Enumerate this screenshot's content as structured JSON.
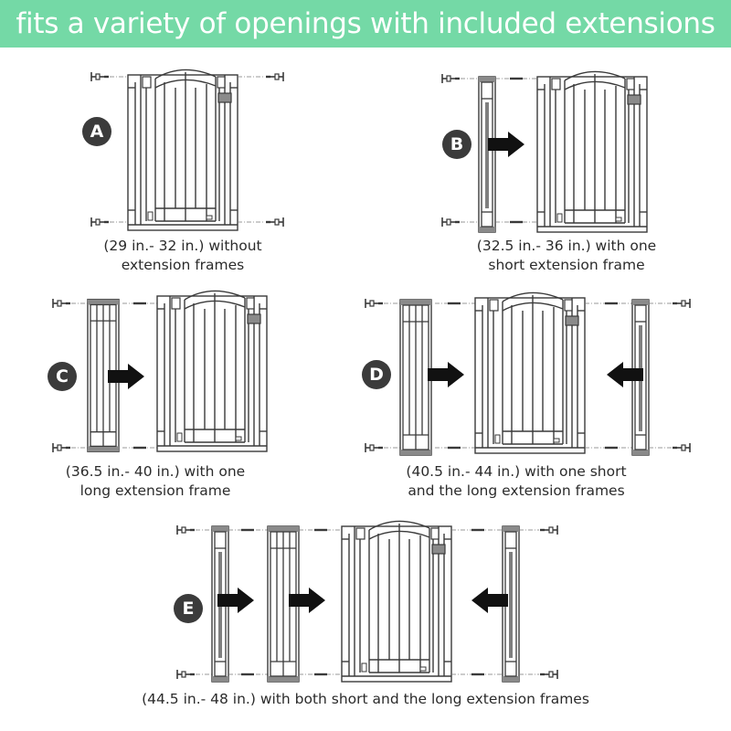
{
  "header": {
    "title": "fits a variety of openings with included extensions",
    "background_color": "#74d9a6",
    "text_color": "#ffffff"
  },
  "configurations": [
    {
      "label": "A",
      "caption_line1": "(29 in.- 32 in.) without",
      "caption_line2": "extension frames",
      "left_extensions": [],
      "right_extensions": []
    },
    {
      "label": "B",
      "caption_line1": "(32.5 in.- 36 in.) with one",
      "caption_line2": "short extension frame",
      "left_extensions": [
        "short"
      ],
      "right_extensions": []
    },
    {
      "label": "C",
      "caption_line1": "(36.5 in.- 40 in.) with one",
      "caption_line2": "long extension frame",
      "left_extensions": [
        "long"
      ],
      "right_extensions": []
    },
    {
      "label": "D",
      "caption_line1": "(40.5 in.- 44 in.) with one short",
      "caption_line2": "and the long extension frames",
      "left_extensions": [
        "long"
      ],
      "right_extensions": [
        "short"
      ]
    },
    {
      "label": "E",
      "caption_line1": "(44.5 in.- 48 in.) with both short and the long extension frames",
      "caption_line2": "",
      "left_extensions": [
        "short",
        "long"
      ],
      "right_extensions": [
        "short"
      ]
    }
  ],
  "colors": {
    "line": "#3a3a3a",
    "frame_cap": "#8a8a8a",
    "badge": "#3b3b3b",
    "arrow": "#111111"
  }
}
